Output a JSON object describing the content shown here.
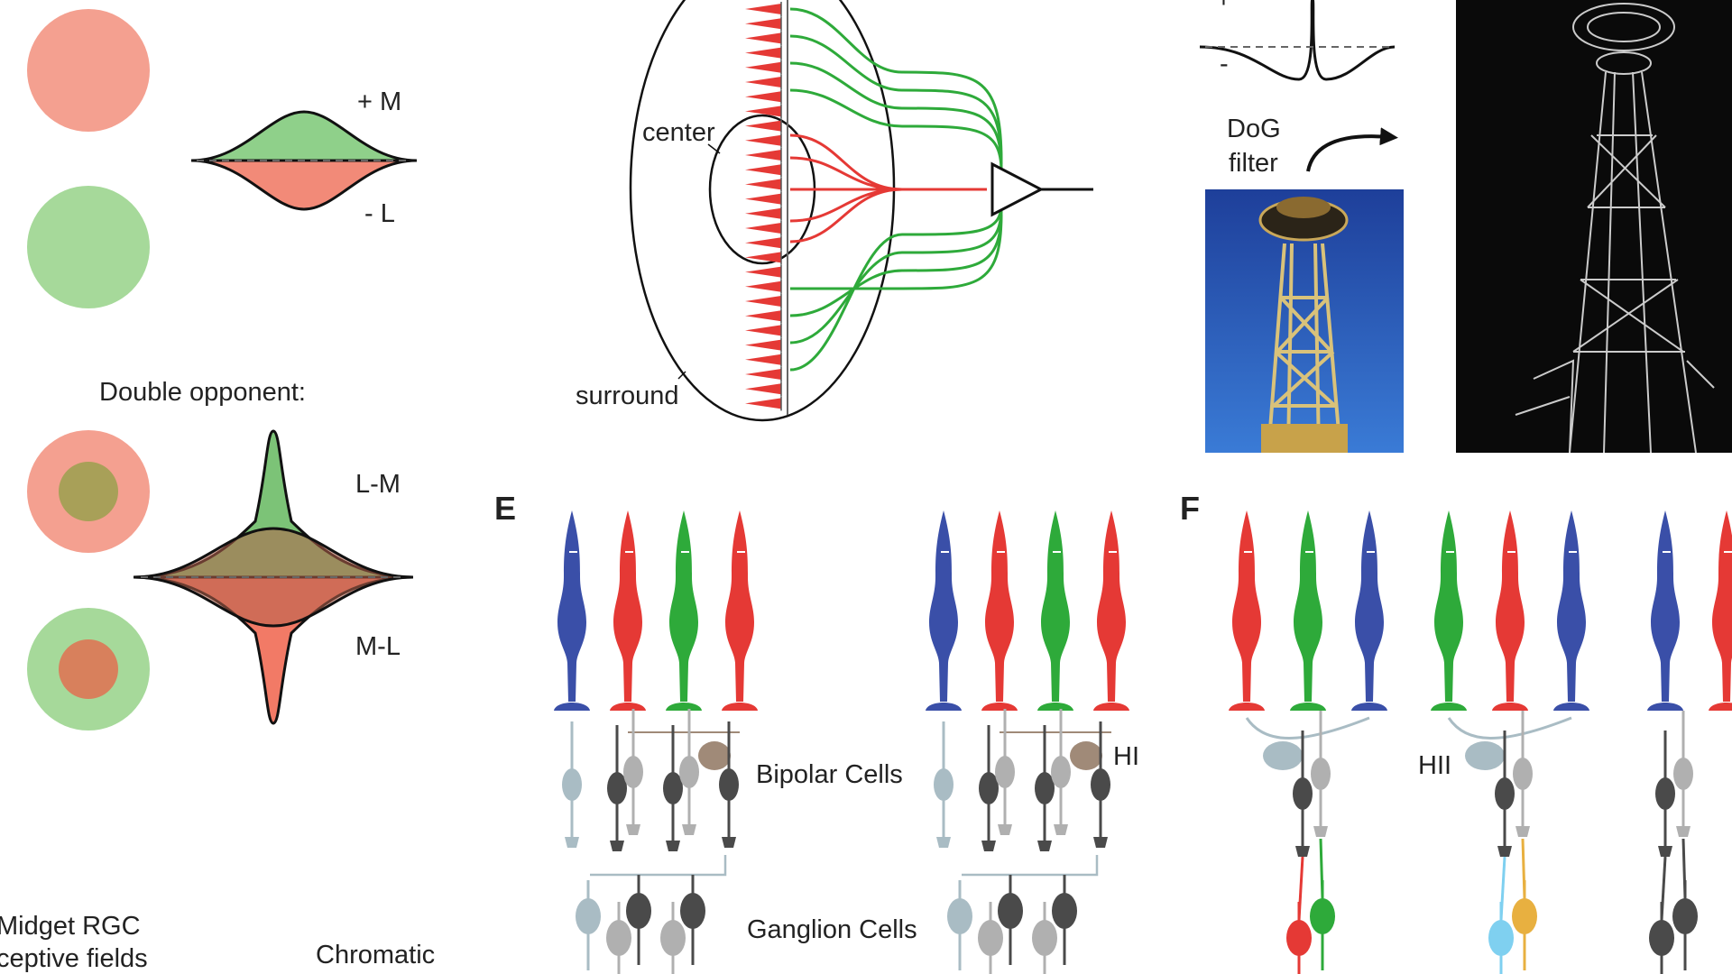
{
  "labels": {
    "plus_m": "+ M",
    "minus_l": "- L",
    "double_opponent": "Double opponent:",
    "l_minus_m": "L-M",
    "m_minus_l": "M-L",
    "midget_line1": "Midget RGC",
    "midget_line2": "ceptive fields",
    "chromatic": "Chromatic",
    "center": "center",
    "surround": "surround",
    "dog_plus": "+",
    "dog_minus": "-",
    "dog_line1": "DoG",
    "dog_line2": "filter",
    "panel_e": "E",
    "panel_f": "F",
    "bipolar_cells": "Bipolar Cells",
    "ganglion_cells": "Ganglion Cells",
    "hi": "HI",
    "hii": "HII"
  },
  "colors": {
    "red_cone": "#e53935",
    "green_cone": "#2eaa3a",
    "blue_cone": "#3a4fa8",
    "pink_field": "#f4a090",
    "green_field": "#a6d99a",
    "dark_cell": "#4a4a4a",
    "light_cell": "#b0b0b0",
    "pale_blue_cell": "#a9bcc4",
    "horizontal_cell": "#a08a78",
    "sky": "#1f4fb0"
  },
  "cones": {
    "e_group1": [
      "blue",
      "red",
      "green",
      "red"
    ],
    "e_group2": [
      "blue",
      "red",
      "green",
      "red"
    ],
    "f_group1": [
      "red",
      "green",
      "blue"
    ],
    "f_group2": [
      "green",
      "red",
      "blue"
    ],
    "f_group3": [
      "blue",
      "red"
    ]
  }
}
